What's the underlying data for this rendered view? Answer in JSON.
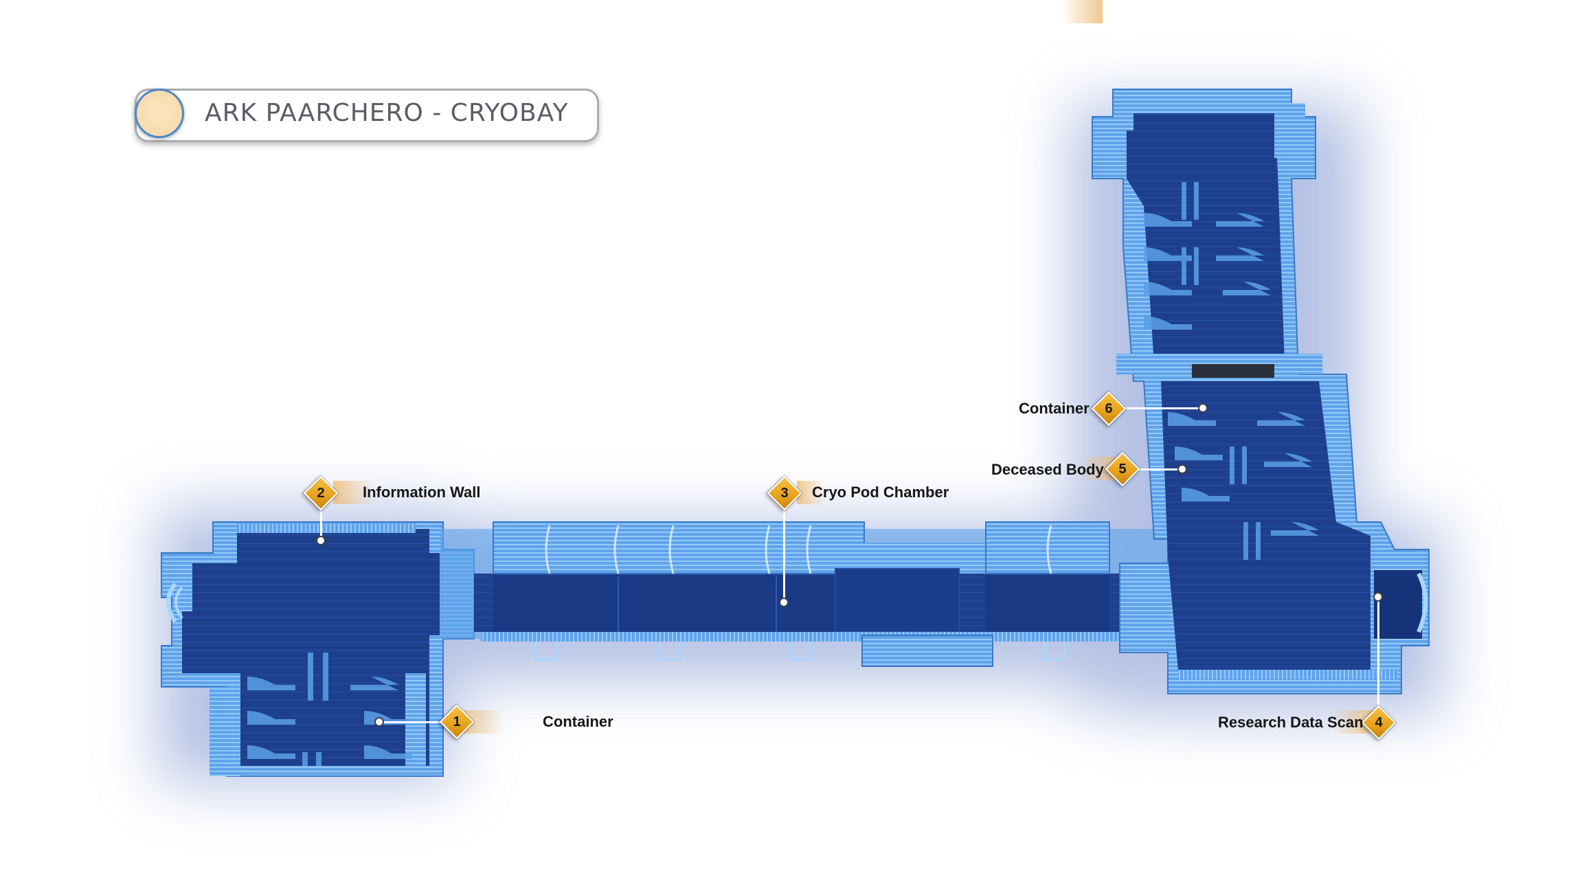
{
  "map": {
    "title": "ARK PAARCHERO - CRYOBAY",
    "title_icon": "cryobay-emblem-icon",
    "colors": {
      "floor": "#1d3f8c",
      "floor_dark": "#16337a",
      "wall": "#5fa3ea",
      "wall_light": "#9dd0ff",
      "marker": "#e9a623",
      "marker_glow": "#eebd78",
      "title_border": "#a9acb0",
      "title_text": "#5a5d63",
      "icon_fill": "#f7dcae",
      "icon_ring": "#4a88c6"
    }
  },
  "markers": [
    {
      "number": "1",
      "label": "Container"
    },
    {
      "number": "2",
      "label": "Information Wall"
    },
    {
      "number": "3",
      "label": "Cryo Pod Chamber"
    },
    {
      "number": "4",
      "label": "Research Data Scan"
    },
    {
      "number": "5",
      "label": "Deceased Body"
    },
    {
      "number": "6",
      "label": "Container"
    }
  ]
}
